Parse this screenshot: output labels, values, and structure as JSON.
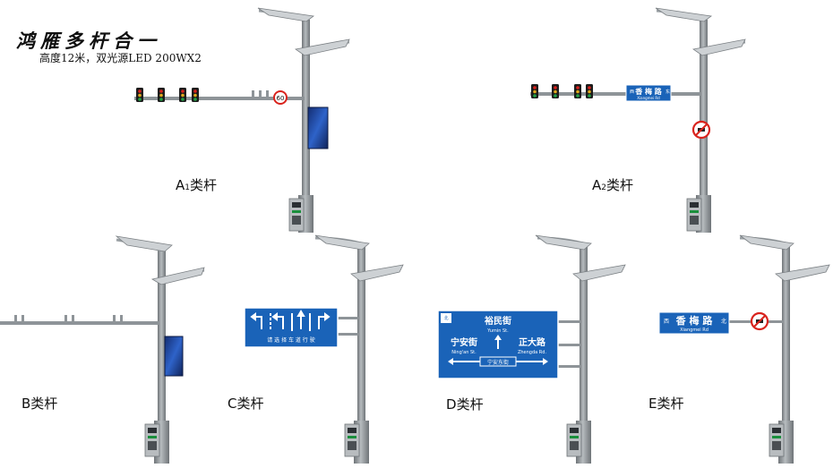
{
  "header": {
    "title": "鸿雁多杆合一",
    "subtitle": "高度12米，双光源LED 200WX2"
  },
  "poles": [
    {
      "id": "A1",
      "label_main": "A",
      "label_sub": "1",
      "label_suffix": "类杆",
      "speed_limit": "60"
    },
    {
      "id": "A2",
      "label_main": "A",
      "label_sub": "2",
      "label_suffix": "类杆",
      "street_sign": {
        "left": "西",
        "name": "香 梅 路",
        "right": "东",
        "pinyin": "Xiangmei Rd"
      }
    },
    {
      "id": "B",
      "label_main": "B",
      "label_sub": "",
      "label_suffix": "类杆"
    },
    {
      "id": "C",
      "label_main": "C",
      "label_sub": "",
      "label_suffix": "类杆",
      "lane_sign": {
        "caption": "请 选 择 车 道 行 驶"
      }
    },
    {
      "id": "D",
      "label_main": "D",
      "label_sub": "",
      "label_suffix": "类杆",
      "guide_sign": {
        "north": "北",
        "north_sub": "N",
        "top_name": "裕民街",
        "top_pinyin": "Yumin St.",
        "left_name": "宁安街",
        "left_pinyin": "Ning'an St.",
        "right_name": "正大路",
        "right_pinyin": "Zhengda Rd.",
        "bottom_name": "宁安东街"
      }
    },
    {
      "id": "E",
      "label_main": "E",
      "label_sub": "",
      "label_suffix": "类杆",
      "street_sign": {
        "left": "西",
        "name": "香 梅 路",
        "right": "北",
        "pinyin": "Xiangmei Rd"
      }
    }
  ],
  "colors": {
    "pole": "#8e9498",
    "pole_dark": "#6f7478",
    "sign_blue": "#1a63b8",
    "screen_blue": "#1d3f8f",
    "red": "#d9231d"
  }
}
